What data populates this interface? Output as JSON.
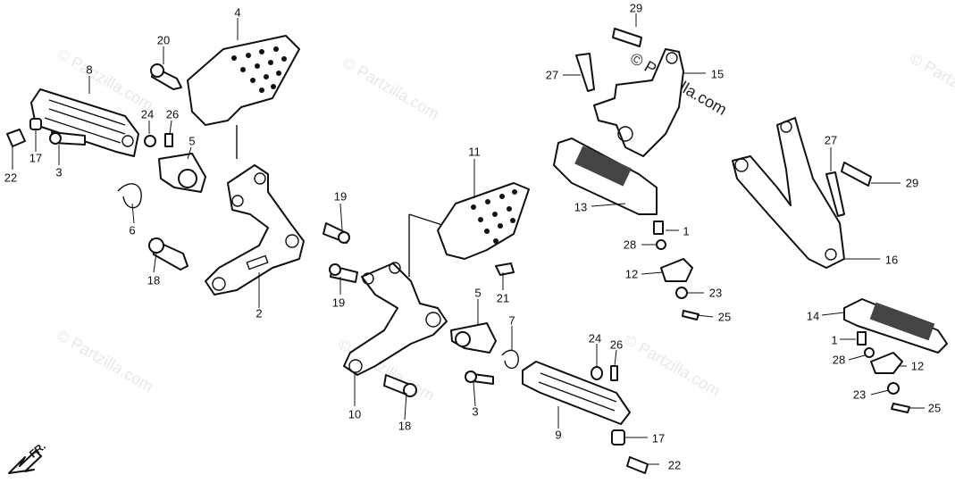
{
  "watermark": {
    "text": "© Partzilla.com"
  },
  "direction_label": "FR.",
  "callouts": {
    "c1": "4",
    "c2": "20",
    "c3": "8",
    "c4": "24",
    "c5": "26",
    "c6": "5",
    "c7": "22",
    "c8": "17",
    "c9": "3",
    "c10": "6",
    "c11": "18",
    "c12": "19",
    "c13": "2",
    "c14": "11",
    "c15": "19",
    "c16": "21",
    "c17": "5",
    "c18": "7",
    "c19": "10",
    "c20": "18",
    "c21": "3",
    "c22": "24",
    "c23": "26",
    "c24": "9",
    "c25": "17",
    "c26": "22",
    "c27": "29",
    "c28": "27",
    "c29": "15",
    "c30": "13",
    "c31": "1",
    "c32": "28",
    "c33": "12",
    "c34": "23",
    "c35": "25",
    "c36": "27",
    "c37": "29",
    "c38": "16",
    "c39": "14",
    "c40": "1",
    "c41": "28",
    "c42": "12",
    "c43": "23",
    "c44": "25"
  }
}
